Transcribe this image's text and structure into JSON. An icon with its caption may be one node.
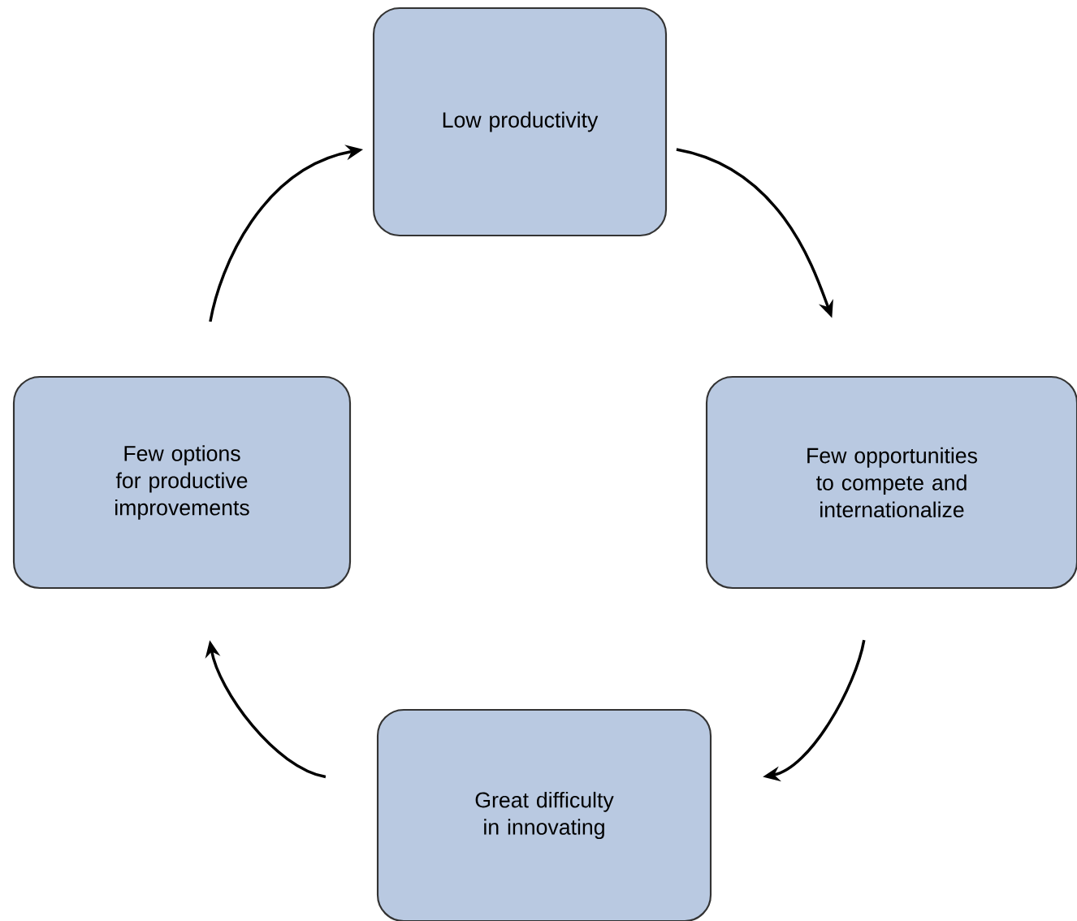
{
  "diagram": {
    "nodes": [
      {
        "text": [
          "Low productivity"
        ]
      },
      {
        "text": [
          "Few opportunities to compete and internationalize"
        ]
      },
      {
        "text": [
          "Great difficulty in innovating"
        ]
      },
      {
        "text": [
          "Few options for productive improvements"
        ]
      }
    ],
    "edges": [
      {
        "from": 0,
        "to": 1,
        "arrow": "to"
      },
      {
        "from": 1,
        "to": 2,
        "arrow": "to"
      },
      {
        "from": 2,
        "to": 3,
        "arrow": "to"
      },
      {
        "from": 3,
        "to": 0,
        "arrow": "to"
      }
    ]
  }
}
